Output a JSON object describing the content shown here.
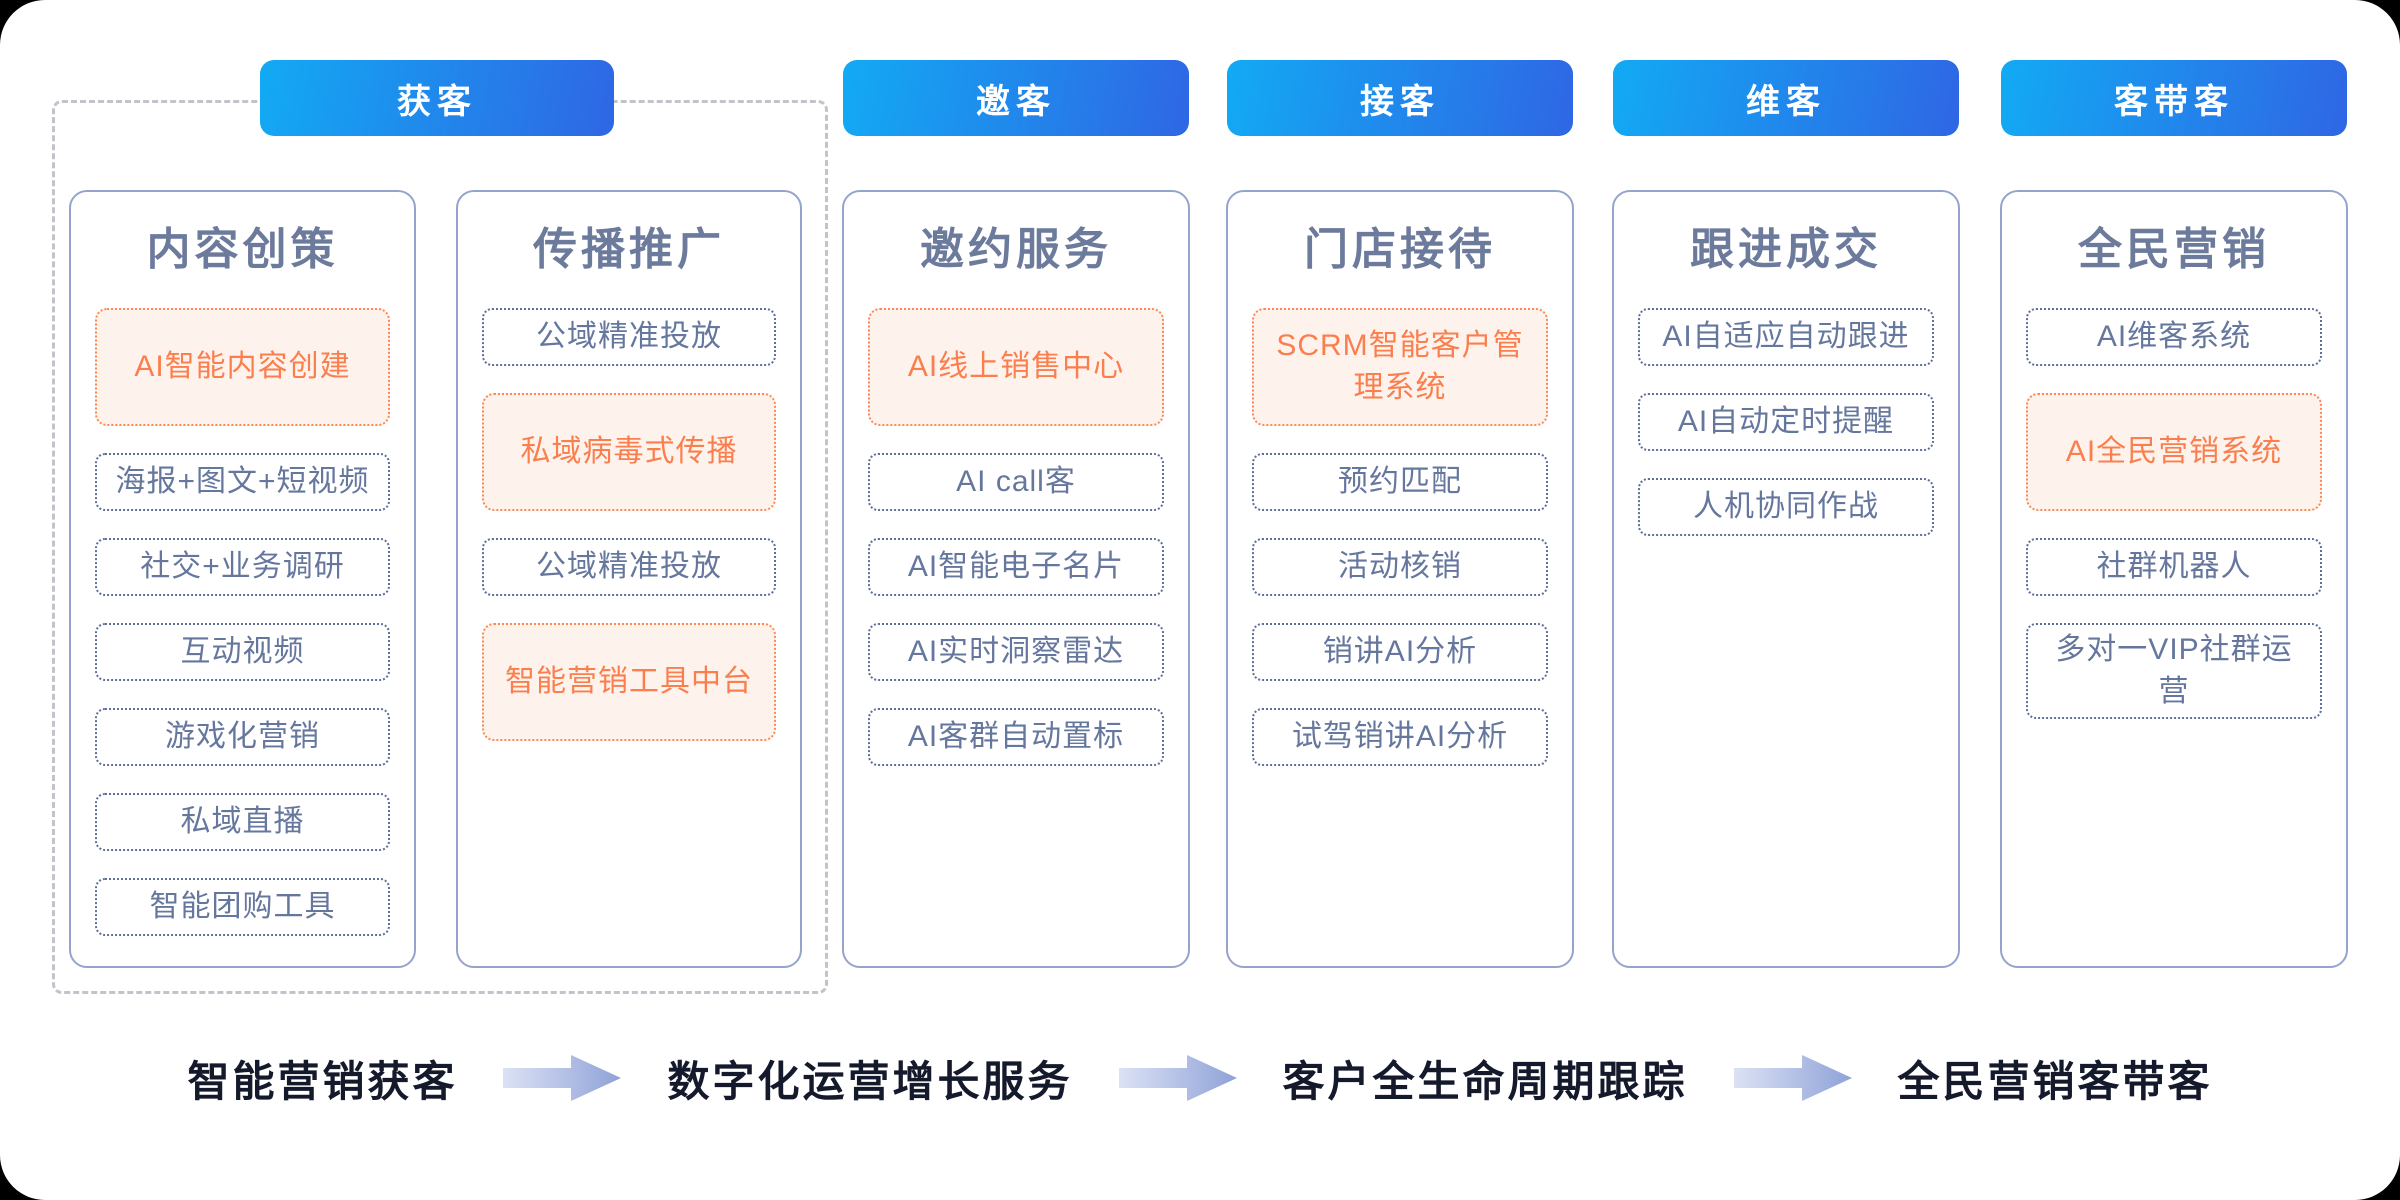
{
  "stages": [
    {
      "label": "获客"
    },
    {
      "label": "邀客"
    },
    {
      "label": "接客"
    },
    {
      "label": "维客"
    },
    {
      "label": "客带客"
    }
  ],
  "columns": [
    {
      "title": "内容创策",
      "items": [
        {
          "label": "AI智能内容创建",
          "highlight": true
        },
        {
          "label": "海报+图文+短视频",
          "highlight": false
        },
        {
          "label": "社交+业务调研",
          "highlight": false
        },
        {
          "label": "互动视频",
          "highlight": false
        },
        {
          "label": "游戏化营销",
          "highlight": false
        },
        {
          "label": "私域直播",
          "highlight": false
        },
        {
          "label": "智能团购工具",
          "highlight": false
        }
      ]
    },
    {
      "title": "传播推广",
      "items": [
        {
          "label": "公域精准投放",
          "highlight": false
        },
        {
          "label": "私域病毒式传播",
          "highlight": true
        },
        {
          "label": "公域精准投放",
          "highlight": false
        },
        {
          "label": "智能营销工具中台",
          "highlight": true
        }
      ]
    },
    {
      "title": "邀约服务",
      "items": [
        {
          "label": "AI线上销售中心",
          "highlight": true
        },
        {
          "label": "AI call客",
          "highlight": false
        },
        {
          "label": "AI智能电子名片",
          "highlight": false
        },
        {
          "label": "AI实时洞察雷达",
          "highlight": false
        },
        {
          "label": "AI客群自动置标",
          "highlight": false
        }
      ]
    },
    {
      "title": "门店接待",
      "items": [
        {
          "label": "SCRM智能客户管理系统",
          "highlight": true
        },
        {
          "label": "预约匹配",
          "highlight": false
        },
        {
          "label": "活动核销",
          "highlight": false
        },
        {
          "label": "销讲AI分析",
          "highlight": false
        },
        {
          "label": "试驾销讲AI分析",
          "highlight": false
        }
      ]
    },
    {
      "title": "跟进成交",
      "items": [
        {
          "label": "AI自适应自动跟进",
          "highlight": false
        },
        {
          "label": "AI自动定时提醒",
          "highlight": false
        },
        {
          "label": "人机协同作战",
          "highlight": false
        }
      ]
    },
    {
      "title": "全民营销",
      "items": [
        {
          "label": "AI维客系统",
          "highlight": false
        },
        {
          "label": "AI全民营销系统",
          "highlight": true
        },
        {
          "label": "社群机器人",
          "highlight": false
        },
        {
          "label": "多对一VIP社群运营",
          "highlight": false
        }
      ]
    }
  ],
  "flow": {
    "steps": [
      "智能营销获客",
      "数字化运营增长服务",
      "客户全生命周期跟踪",
      "全民营销客带客"
    ]
  },
  "icons": {
    "flow_arrow": "block-arrow-right"
  },
  "colors": {
    "stage_pill_gradient_start": "#12AAF4",
    "stage_pill_gradient_end": "#2F66E4",
    "card_border": "#95A4CD",
    "item_border": "#5E6F9C",
    "item_text": "#66779E",
    "highlight_border": "#FB8A55",
    "highlight_text": "#FB7F4E",
    "highlight_bg": "#FDF3EC",
    "group_dash": "#C2C4CC",
    "flow_text": "#14192B",
    "arrow_gradient_start": "#DCE2F5",
    "arrow_gradient_end": "#8FA2D8"
  }
}
